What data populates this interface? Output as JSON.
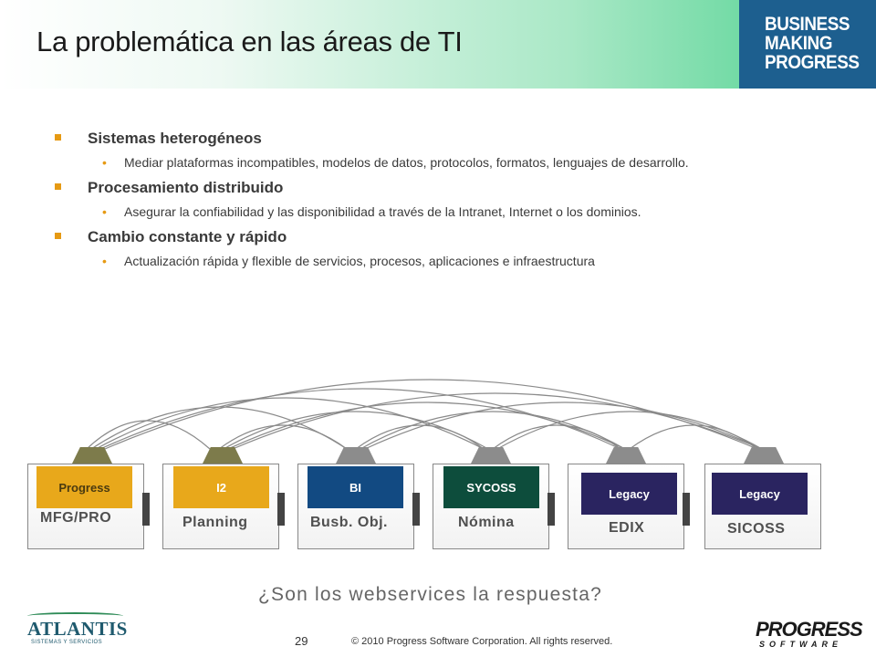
{
  "title": "La problemática en las áreas de TI",
  "brand": {
    "line1": "BUSINESS",
    "line2": "MAKING",
    "line3": "PROGRESS"
  },
  "bullets": [
    {
      "heading": "Sistemas heterogéneos",
      "detail": "Mediar plataformas incompatibles, modelos de datos, protocolos, formatos, lenguajes de desarrollo."
    },
    {
      "heading": "Procesamiento distribuido",
      "detail": "Asegurar la confiabilidad y las disponibilidad a través de la Intranet, Internet o los dominios."
    },
    {
      "heading": "Cambio constante y rápido",
      "detail": "Actualización rápida y flexible de servicios, procesos, aplicaciones e infraestructura"
    }
  ],
  "systems": [
    {
      "tab": "Progress",
      "label": "MFG/PRO",
      "tab_color": "#e8a81b",
      "tab_text_color": "#4a3a10"
    },
    {
      "tab": "I2",
      "label": "Planning",
      "tab_color": "#e8a81b",
      "tab_text_color": "#ffffff"
    },
    {
      "tab": "BI",
      "label": "Busb. Obj.",
      "tab_color": "#124a82"
    },
    {
      "tab": "SYCOSS",
      "label": "Nómina",
      "tab_color": "#0d4d3c"
    },
    {
      "tab": "Legacy",
      "label": "EDIX",
      "tab_color": "#2a2460"
    },
    {
      "tab": "Legacy",
      "label": "SICOSS",
      "tab_color": "#2a2460"
    }
  ],
  "question": "¿Son los webservices la respuesta?",
  "footer": {
    "page": "29",
    "copyright": "© 2010 Progress Software Corporation. All rights reserved."
  },
  "logos": {
    "atlantis": {
      "name": "ATLANTIS",
      "sub": "SISTEMAS Y SERVICIOS"
    },
    "progress": {
      "name": "PROGRESS",
      "sub": "SOFTWARE"
    }
  },
  "colors": {
    "bullet_accent": "#e69a13",
    "brand_bg": "#1d5f8f",
    "header_green": "#48d08c"
  }
}
